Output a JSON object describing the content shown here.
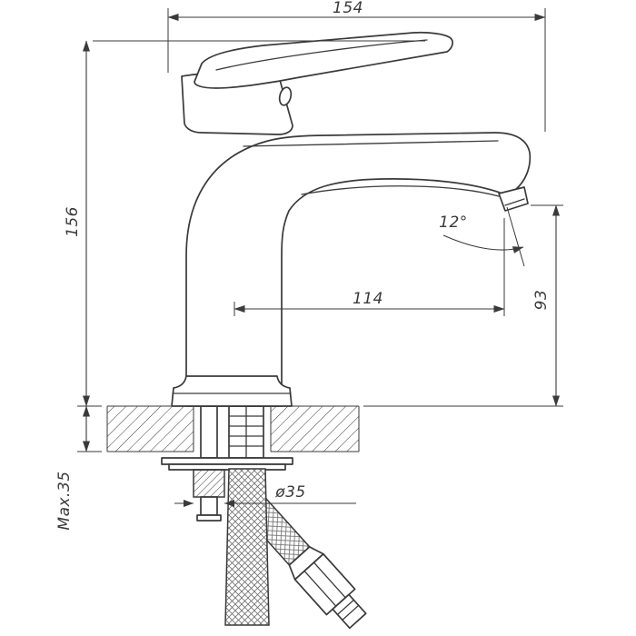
{
  "page": {
    "background": "#ffffff"
  },
  "drawing": {
    "kind": "technical-drawing",
    "subject": "single-lever basin mixer faucet, side elevation with mounting hardware and flexible supply hoses",
    "line_color": "#3a3a3a",
    "dimensions": {
      "overall_length": "154",
      "overall_height": "156",
      "spout_reach": "114",
      "spout_outlet_height": "93",
      "spout_angle": "12°",
      "mounting_hole_diameter": "ø35",
      "max_deck_thickness": "Max.35"
    }
  }
}
